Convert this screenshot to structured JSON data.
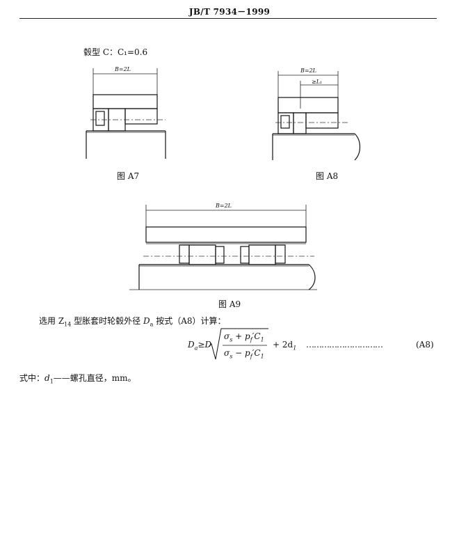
{
  "header": {
    "standard": "JB/T  7934－1999"
  },
  "hub_type_label": "毂型 C：C₁=0.6",
  "figures": {
    "a7": {
      "caption": "图  A7",
      "dimension": "B=2L"
    },
    "a8": {
      "caption": "图  A8",
      "dimension_outer": "B=2L",
      "dimension_inner": "≥L₁"
    },
    "a9": {
      "caption": "图  A9",
      "dimension": "B=2L"
    }
  },
  "text": {
    "intro_prefix": "选用 Z",
    "intro_subscript": "14",
    "intro_middle": " 型胀套时轮毂外径 ",
    "intro_var": "D",
    "intro_var_sub": "a",
    "intro_suffix": " 按式（A8）计算：",
    "formula_lhs": "D",
    "formula_lhs_sub": "a",
    "formula_relation": "≥D",
    "numerator_sigma": "σ",
    "numerator_sigma_sub": "s",
    "numerator_plus": " + ",
    "numerator_p": "p",
    "numerator_p_sub": "f",
    "numerator_prime": "′",
    "numerator_c": "C",
    "numerator_c_sub": "1",
    "denominator_sigma": "σ",
    "denominator_sigma_sub": "s",
    "denominator_minus": " − ",
    "denominator_p": "p",
    "denominator_p_sub": "f",
    "denominator_prime": "′",
    "denominator_c": "C",
    "denominator_c_sub": "1",
    "formula_tail": "+ 2d",
    "formula_tail_sub": "1",
    "dots": "…………………………",
    "equation_number": "(A8)",
    "where_prefix": "式中：",
    "where_var": "d",
    "where_var_sub": "1",
    "where_desc": "——螺孔直径，mm。"
  }
}
